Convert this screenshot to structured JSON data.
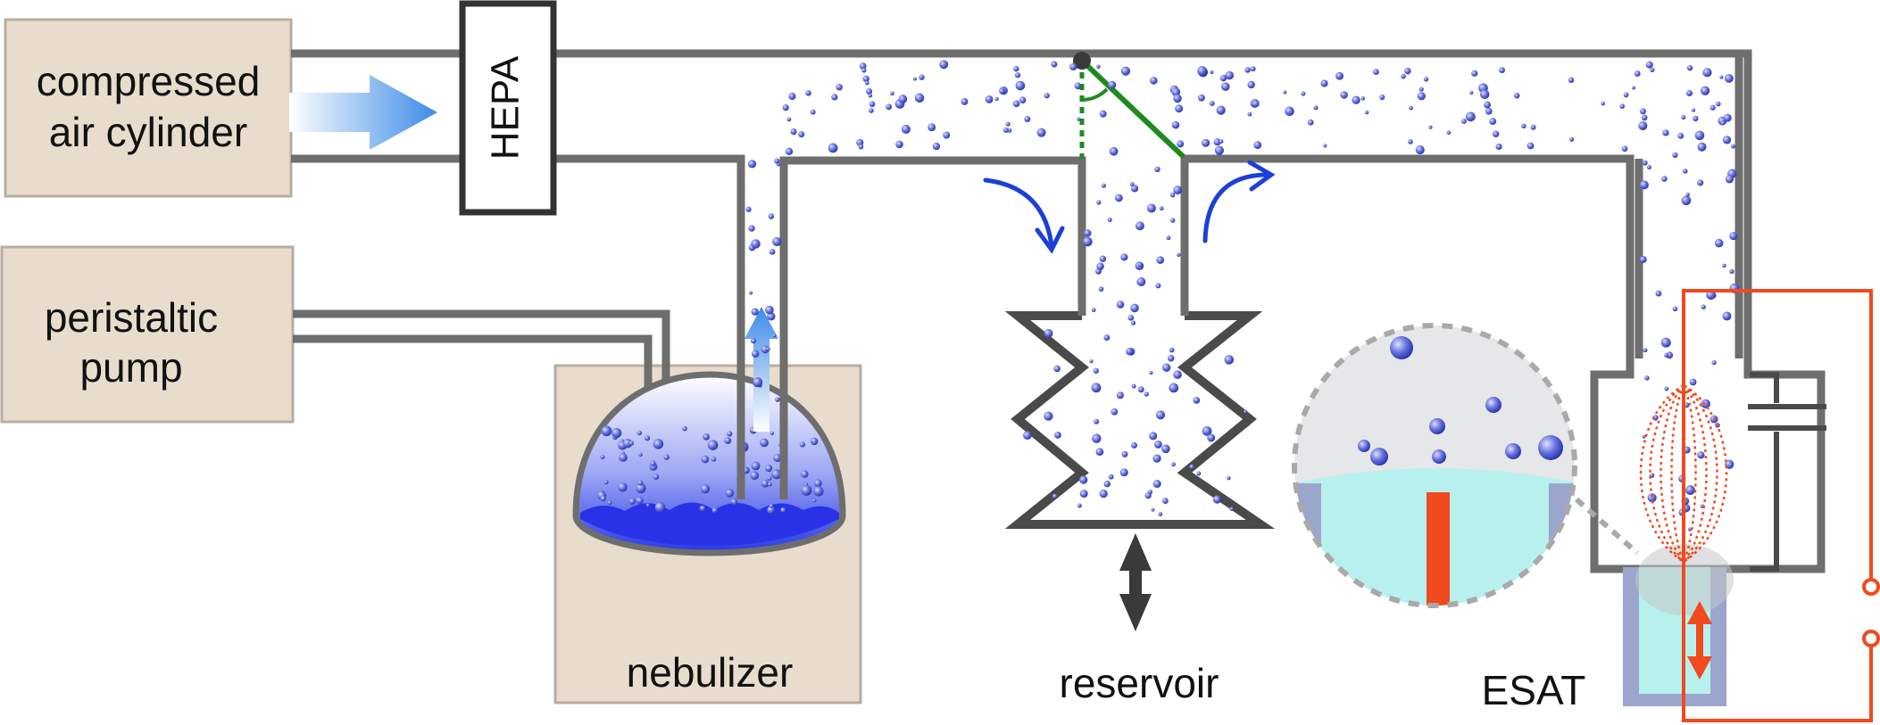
{
  "labels": {
    "compressed_line1": "compressed",
    "compressed_line2": "air cylinder",
    "hepa": "HEPA",
    "pump_line1": "peristaltic",
    "pump_line2": "pump",
    "nebulizer": "nebulizer",
    "reservoir": "reservoir",
    "esat": "ESAT"
  },
  "colors": {
    "box_fill": "#e8dccd",
    "box_stroke": "#b7ada2",
    "pipe": "#6e6e6e",
    "arrow_blue": "#1c3fd8",
    "bubble": "#5a64d8",
    "valve_green": "#1d8a1d",
    "circuit_red": "#f04a1e",
    "esat_fluid": "#b8f0ee",
    "esat_well": "#9aa6cc"
  }
}
